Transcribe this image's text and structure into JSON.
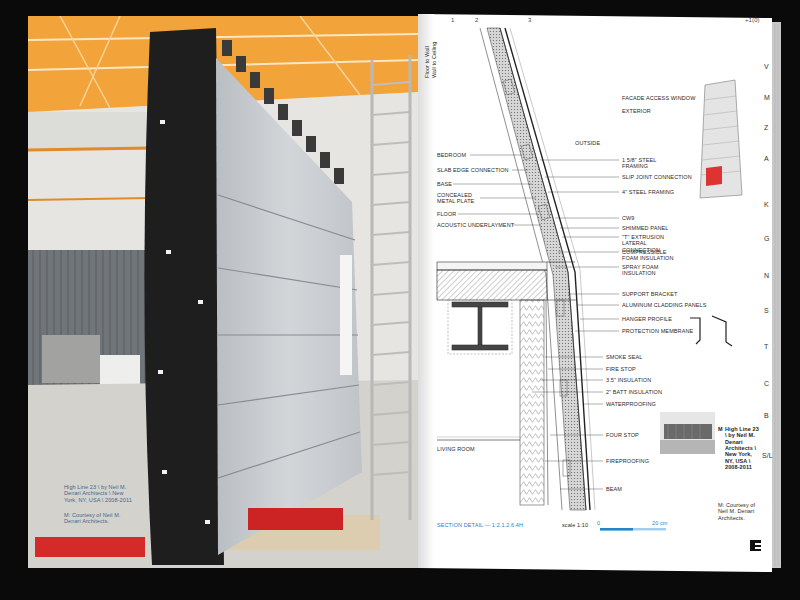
{
  "diagram": {
    "labels": [
      "Floor to Wall",
      "Wall to Ceiling",
      "1",
      "2",
      "3",
      "+1(0)",
      "V",
      "M",
      "Z",
      "A",
      "K",
      "G",
      "N",
      "S",
      "T",
      "C",
      "B",
      "S/L",
      "OUTSIDE",
      "FACADE ACCESS WINDOW",
      "EXTERIOR",
      "1 5/8\" STEEL FRAMING",
      "SLIP JOINT CONNECTION",
      "4\" STEEL FRAMING",
      "CW9",
      "SHIMMED PANEL",
      "\"T\" EXTRUSION LATERAL CONNECTION",
      "COMPRESSIBLE FOAM INSULATION",
      "SPRAY FOAM INSULATION",
      "SUPPORT BRACKET",
      "ALUMINUM CLADDING PANELS",
      "HANGER PROFILE",
      "PROTECTION MEMBRANE",
      "SMOKE SEAL",
      "FIRE STOP",
      "3.5\" INSULATION",
      "2\" BATT INSULATION",
      "WATERPROOFING",
      "FOUR STOP",
      "FIREPROOFING",
      "BEAM",
      "BEDROOM",
      "SLAB EDGE CONNECTION",
      "BASE",
      "CONCEALED METAL PLATE",
      "FLOOR",
      "ACOUSTIC UNDERLAYMENT",
      "LIVING ROOM",
      "SECTION DETAIL — 1:2.1.2.6.4H",
      "scale 1:10",
      "0",
      "20 cm",
      "M",
      "High Line 23 \\ by Neil M. Denari Architects \\ New York, NY, USA \\ 2008-2011",
      "M: Courtesy of Neil M. Denari Architects.",
      "High Line 23 \\ by Neil M. Denari Architects \\ New York, NY, USA \\ 2008-2011",
      "M: Courtesy of Neil M. Denari Architects."
    ]
  }
}
